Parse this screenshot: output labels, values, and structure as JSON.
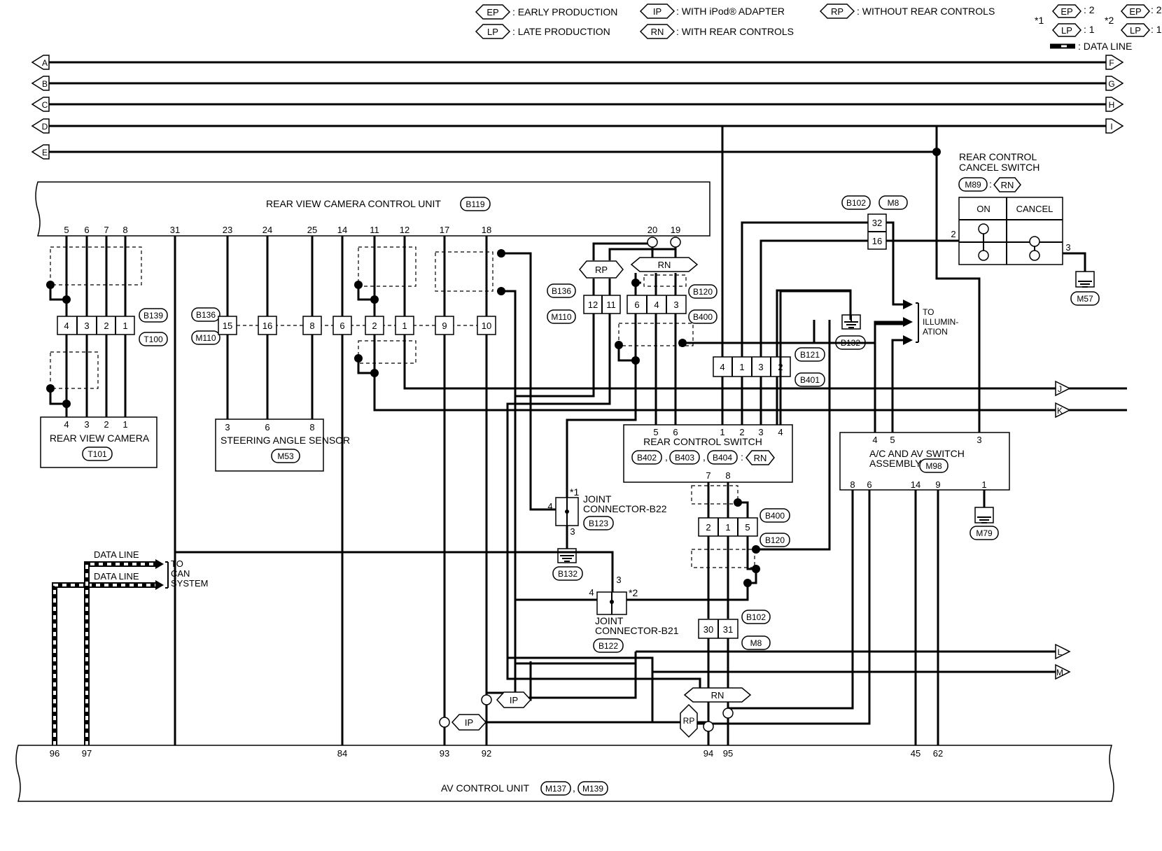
{
  "legend": {
    "ep": {
      "tag": "EP",
      "text": ": EARLY PRODUCTION"
    },
    "lp": {
      "tag": "LP",
      "text": ": LATE PRODUCTION"
    },
    "ip": {
      "tag": "IP",
      "text": ": WITH iPod® ADAPTER"
    },
    "rn": {
      "tag": "RN",
      "text": ": WITH REAR CONTROLS"
    },
    "rp": {
      "tag": "RP",
      "text": ": WITHOUT REAR CONTROLS"
    },
    "star1": {
      "mark": "*1",
      "ep": "EP",
      "ep_val": ": 2",
      "lp": "LP",
      "lp_val": ": 1"
    },
    "star2": {
      "mark": "*2",
      "ep": "EP",
      "ep_val": ": 2",
      "lp": "LP",
      "lp_val": ": 1"
    },
    "data_line": ": DATA LINE"
  },
  "bus_left": [
    "A",
    "B",
    "C",
    "D",
    "E"
  ],
  "bus_right": [
    "F",
    "G",
    "H",
    "I"
  ],
  "right_flags": [
    "J",
    "K",
    "L",
    "M"
  ],
  "rvc_unit": {
    "title": "REAR VIEW CAMERA CONTROL UNIT",
    "conn": "B119",
    "pins": [
      "5",
      "6",
      "7",
      "8",
      "31",
      "23",
      "24",
      "25",
      "14",
      "11",
      "12",
      "17",
      "18",
      "20",
      "19"
    ]
  },
  "camera": {
    "title": "REAR VIEW CAMERA",
    "conn": "T101",
    "pins": [
      "4",
      "3",
      "2",
      "1"
    ],
    "joint": {
      "pins": [
        "4",
        "3",
        "2",
        "1"
      ],
      "conn_a": "B139",
      "conn_b": "T100"
    }
  },
  "steering": {
    "title": "STEERING ANGLE SENSOR",
    "conn": "M53",
    "pins": [
      "3",
      "6",
      "8"
    ]
  },
  "mid_conn": {
    "a": "B136",
    "b": "M110",
    "pins": [
      "15",
      "16",
      "8",
      "6",
      "2",
      "1",
      "9",
      "10"
    ]
  },
  "rp_conn": {
    "tag": "RP",
    "a": "B136",
    "b": "M110",
    "pins": [
      "12",
      "11"
    ]
  },
  "rn_conn": {
    "tag": "RN",
    "a": "B120",
    "b": "B400",
    "pins": [
      "6",
      "4",
      "3"
    ]
  },
  "b102_top": {
    "a": "B102",
    "b": "M8",
    "pins": [
      "32",
      "16"
    ]
  },
  "cancel_switch": {
    "title1": "REAR CONTROL",
    "title2": "CANCEL SWITCH",
    "conn": "M89",
    "tag": "RN",
    "on": "ON",
    "cancel": "CANCEL",
    "pin_left": "2",
    "pin_right": "3",
    "ground": "M57"
  },
  "illum": {
    "l1": "TO",
    "l2": "ILLUMIN-",
    "l3": "ATION"
  },
  "b132_gnd": "B132",
  "b121": {
    "a": "B121",
    "b": "B401",
    "pins": [
      "4",
      "1",
      "3",
      "2"
    ]
  },
  "rear_switch": {
    "title": "REAR CONTROL SWITCH",
    "conns": [
      "B402",
      "B403",
      "B404"
    ],
    "tag": "RN",
    "pins_top": [
      "5",
      "6",
      "1",
      "2",
      "3",
      "4"
    ],
    "pins_bottom": [
      "7",
      "8"
    ]
  },
  "ac_switch": {
    "title1": "A/C AND AV SWITCH",
    "title2": "ASSEMBLY",
    "conn": "M98",
    "pins_top": [
      "4",
      "5",
      "3"
    ],
    "pins_bottom": [
      "8",
      "6",
      "14",
      "9",
      "1"
    ],
    "ground": "M79"
  },
  "jc22": {
    "l1": "JOINT",
    "l2": "CONNECTOR-B22",
    "conn": "B123",
    "mark": "*1",
    "pin_left": "4",
    "pin_bottom": "3",
    "ground": "B132"
  },
  "jc21": {
    "l1": "JOINT",
    "l2": "CONNECTOR-B21",
    "conn": "B122",
    "mark": "*2",
    "pin_left": "4",
    "pin_top": "3"
  },
  "b400_lower": {
    "a": "B400",
    "b": "B120",
    "pins": [
      "2",
      "1",
      "5"
    ]
  },
  "b102_lower": {
    "a": "B102",
    "b": "M8",
    "pins": [
      "30",
      "31"
    ]
  },
  "can": {
    "line1": "DATA LINE",
    "line2": "DATA LINE",
    "to1": "TO",
    "to2": "CAN",
    "to3": "SYSTEM"
  },
  "tags_bottom": {
    "ip1": "IP",
    "ip2": "IP",
    "rn": "RN",
    "rp": "RP"
  },
  "av_unit": {
    "title": "AV CONTROL UNIT",
    "conns": [
      "M137",
      "M139"
    ],
    "sep": ",",
    "pins": [
      "96",
      "97",
      "84",
      "93",
      "92",
      "94",
      "95",
      "45",
      "62"
    ]
  }
}
